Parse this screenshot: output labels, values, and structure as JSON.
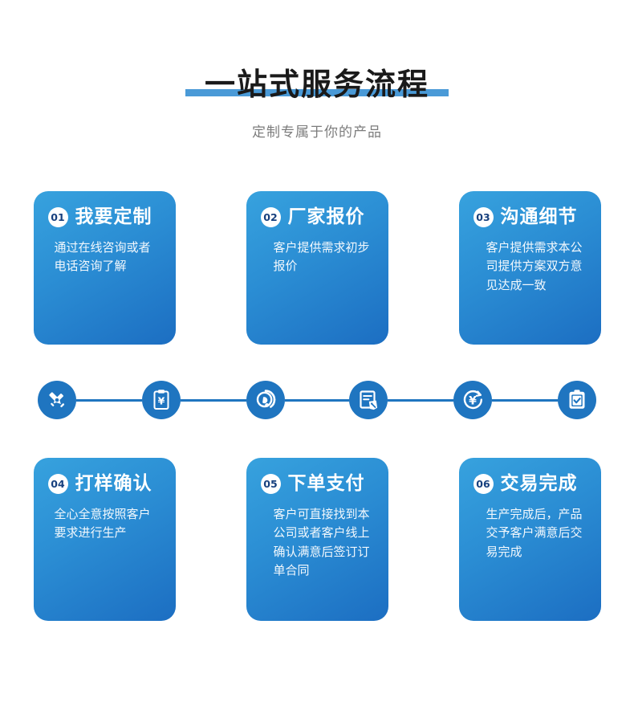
{
  "header": {
    "title": "一站式服务流程",
    "subtitle": "定制专属于你的产品",
    "underline_color": "#4a9ad7",
    "title_color": "#1a1a1a",
    "subtitle_color": "#7c7c7c"
  },
  "theme": {
    "card_gradient_start": "#37a2de",
    "card_gradient_end": "#1c6ec2",
    "icon_blue": "#1f75c0",
    "badge_text_color": "#17407e",
    "background": "#ffffff"
  },
  "steps": [
    {
      "number": "01",
      "title": "我要定制",
      "body": "通过在线咨询或者电话咨询了解"
    },
    {
      "number": "02",
      "title": "厂家报价",
      "body": "客户提供需求初步报价"
    },
    {
      "number": "03",
      "title": "沟通细节",
      "body": "客户提供需求本公司提供方案双方意见达成一致"
    },
    {
      "number": "04",
      "title": "打样确认",
      "body": "全心全意按照客户要求进行生产"
    },
    {
      "number": "05",
      "title": "下单支付",
      "body": "客户可直接找到本公司或者客户线上确认满意后签订订单合同"
    },
    {
      "number": "06",
      "title": "交易完成",
      "body": "生产完成后，产品交予客户满意后交易完成"
    }
  ],
  "icon_strip": {
    "icons": [
      "pen-design-icon",
      "clipboard-yuan-quote-icon",
      "headset-support-icon",
      "document-tag-sample-icon",
      "yuan-payment-icon",
      "clipboard-check-icon"
    ]
  }
}
